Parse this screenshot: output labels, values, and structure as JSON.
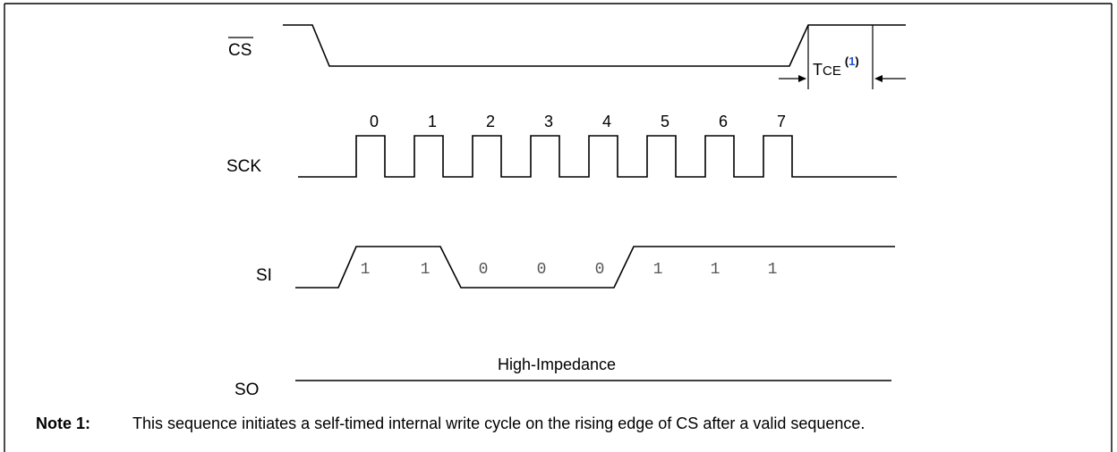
{
  "signals": {
    "cs": "CS",
    "sck": "SCK",
    "si": "SI",
    "so": "SO"
  },
  "clock_labels": [
    "0",
    "1",
    "2",
    "3",
    "4",
    "5",
    "6",
    "7"
  ],
  "si_bits": [
    "1",
    "1",
    "0",
    "0",
    "0",
    "1",
    "1",
    "1"
  ],
  "tce": {
    "main": "T",
    "sub": "CE",
    "ref_open": "(",
    "ref_num": "1",
    "ref_close": ")"
  },
  "so_state": "High-Impedance",
  "note": {
    "label": "Note 1:",
    "text": "This sequence initiates a self-timed internal write cycle on the rising edge of CS after a valid sequence."
  }
}
